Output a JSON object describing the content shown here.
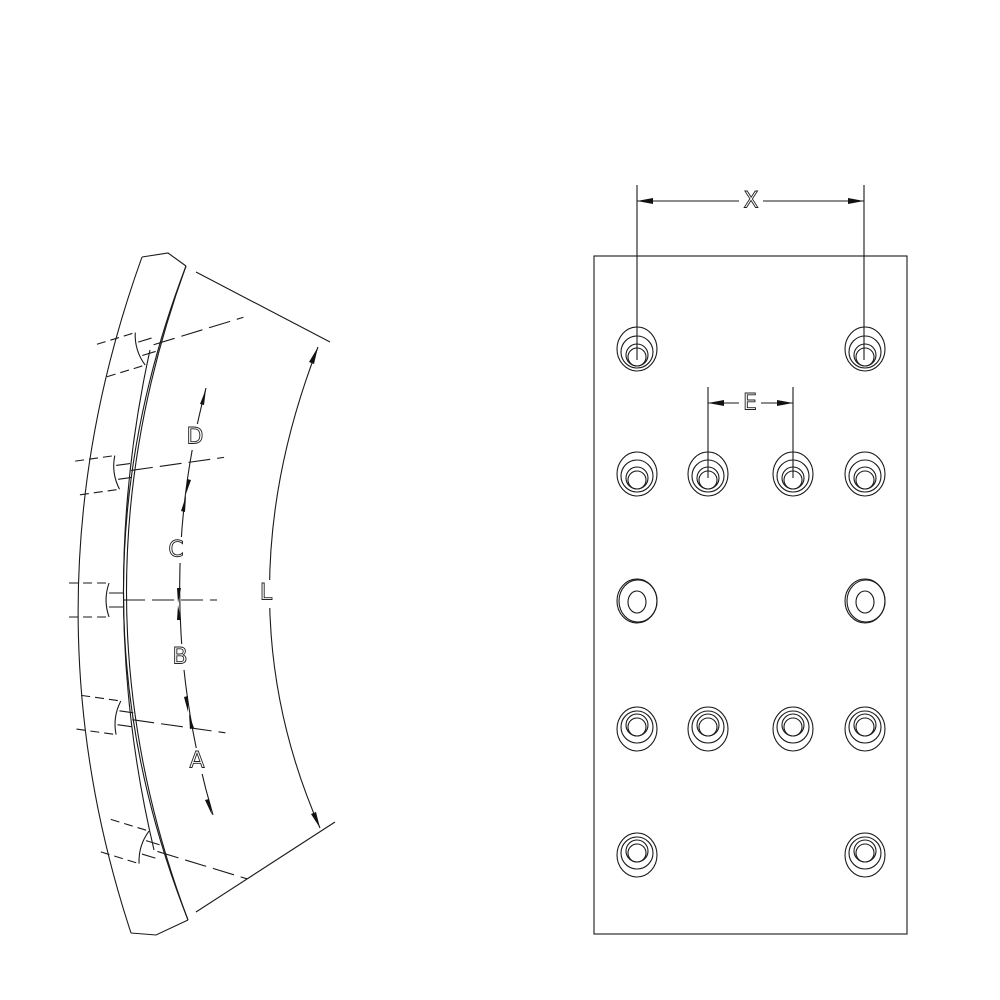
{
  "side_view": {
    "dimension_labels": {
      "a": "A",
      "b": "B",
      "c": "C",
      "d": "D",
      "l": "L"
    }
  },
  "face_view": {
    "dimension_labels": {
      "x": "X",
      "e": "E"
    }
  },
  "colors": {
    "line": "#1a1a1a",
    "background": "#ffffff"
  }
}
